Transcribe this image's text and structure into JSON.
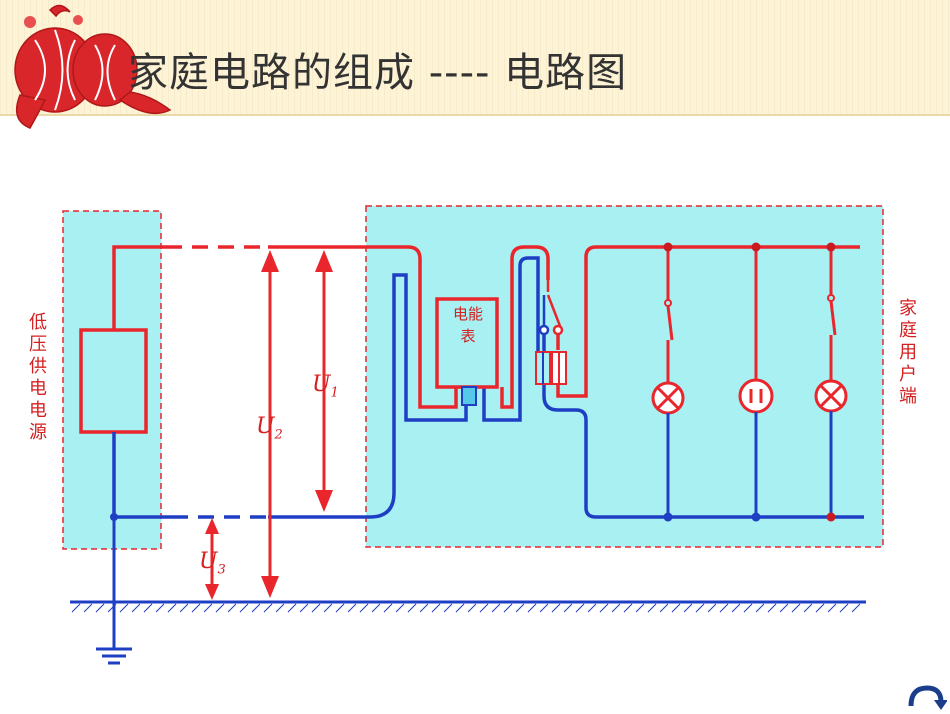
{
  "slide": {
    "title": "家庭电路的组成 ---- 电路图"
  },
  "diagram": {
    "left_box_label": "低压供电电源",
    "right_box_label": "家庭用户端",
    "meter_label": "电能表",
    "voltage_labels": [
      {
        "name": "U",
        "sub": "1"
      },
      {
        "name": "U",
        "sub": "2"
      },
      {
        "name": "U",
        "sub": "3"
      }
    ],
    "colors": {
      "live": "#e8262c",
      "neutral": "#1e3fc4",
      "box_fill": "#a8f0f2",
      "box_border": "#e8262c",
      "text": "#d42020"
    }
  },
  "nav": {
    "return_icon": "return-arrow-icon"
  }
}
